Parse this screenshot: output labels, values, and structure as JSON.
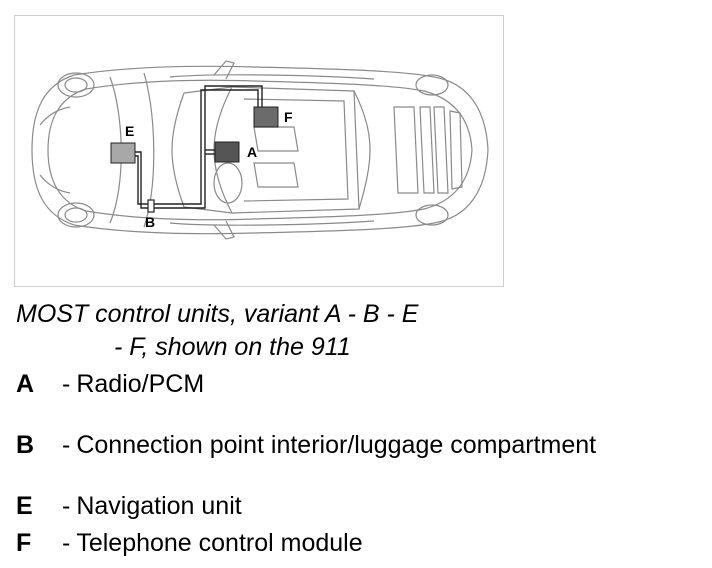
{
  "figure": {
    "callouts": {
      "a": "A",
      "b": "B",
      "e": "E",
      "f": "F"
    },
    "colors": {
      "radio_box": "#555555",
      "navigation_box": "#a8a8a8",
      "telephone_box": "#6b6b6b",
      "frame": "#cfcfcf",
      "outline": "#8a8a8a"
    }
  },
  "caption": {
    "line1": "MOST control units, variant A - B - E",
    "line2": "- F, shown on the 911"
  },
  "legend": [
    {
      "key": "A",
      "dash": "-",
      "text": "Radio/PCM"
    },
    {
      "key": "B",
      "dash": "-",
      "text": "Connection point interior/luggage compartment"
    },
    {
      "key": "E",
      "dash": "-",
      "text": "Navigation unit"
    },
    {
      "key": "F",
      "dash": "-",
      "text": "Telephone control module"
    }
  ]
}
